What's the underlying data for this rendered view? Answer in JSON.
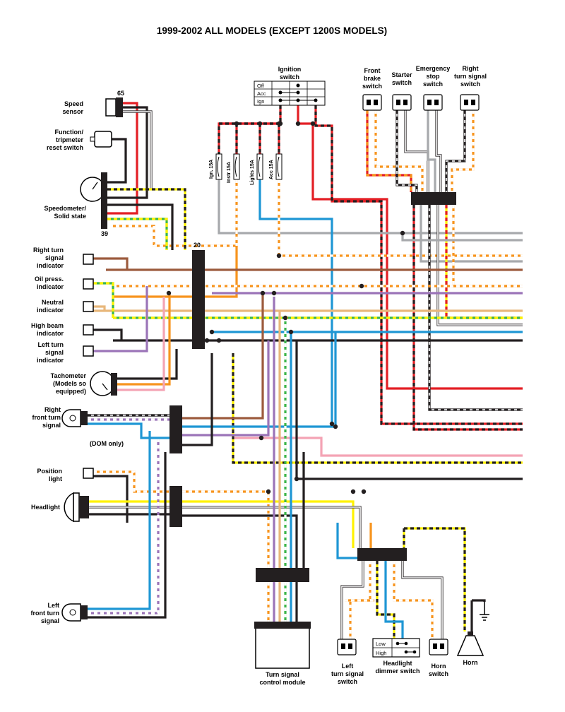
{
  "title": "1999-2002 ALL MODELS (EXCEPT 1200S MODELS)",
  "connectors": {
    "top_left": "65",
    "bottom_left": "39",
    "main": "20"
  },
  "left_components": {
    "speed_sensor": [
      "Speed",
      "sensor"
    ],
    "function_switch": [
      "Function/",
      "tripmeter",
      "reset switch"
    ],
    "speedometer": [
      "Speedometer/",
      "Solid state"
    ],
    "right_turn_indicator": [
      "Right turn",
      "signal",
      "indicator"
    ],
    "oil_press_indicator": [
      "Oil press.",
      "indicator"
    ],
    "neutral_indicator": [
      "Neutral",
      "indicator"
    ],
    "high_beam_indicator": [
      "High beam",
      "indicator"
    ],
    "left_turn_indicator": [
      "Left turn",
      "signal",
      "indicator"
    ],
    "tachometer": [
      "Tachometer",
      "(Models so",
      "equipped)"
    ],
    "right_front_turn": [
      "Right",
      "front turn",
      "signal"
    ],
    "dom_only": "(DOM only)",
    "position_light": [
      "Position",
      "light"
    ],
    "headlight": "Headlight",
    "left_front_turn": [
      "Left",
      "front turn",
      "signal"
    ]
  },
  "ignition_switch": {
    "label": [
      "Ignition",
      "switch"
    ],
    "positions": [
      "Off",
      "Acc",
      "Ign"
    ]
  },
  "fuses": [
    "Ign. 15A",
    "Instr 15A",
    "Lights 15A",
    "Acc 15A"
  ],
  "top_switches": {
    "front_brake": [
      "Front",
      "brake",
      "switch"
    ],
    "starter": [
      "Starter",
      "switch"
    ],
    "emergency_stop": [
      "Emergency",
      "stop",
      "switch"
    ],
    "right_turn_switch": [
      "Right",
      "turn signal",
      "switch"
    ]
  },
  "bottom_components": {
    "turn_module": [
      "Turn signal",
      "control module"
    ],
    "left_turn_switch": [
      "Left",
      "turn signal",
      "switch"
    ],
    "dimmer": {
      "positions": [
        "Low",
        "High"
      ],
      "label": [
        "Headlight",
        "dimmer switch"
      ]
    },
    "horn_switch": [
      "Horn",
      "switch"
    ],
    "horn": "Horn"
  },
  "wire_colors": {
    "red": "#e31e24",
    "orange": "#f7941d",
    "blue": "#1e96d4",
    "gray": "#a7a9ac",
    "brown": "#9c5b3d",
    "violet": "#9b74b8",
    "tan": "#e8b77b",
    "green": "#3cb54a",
    "pink": "#f4a3b4",
    "yellow": "#fff200",
    "black": "#231f20",
    "white": "#ffffff"
  }
}
